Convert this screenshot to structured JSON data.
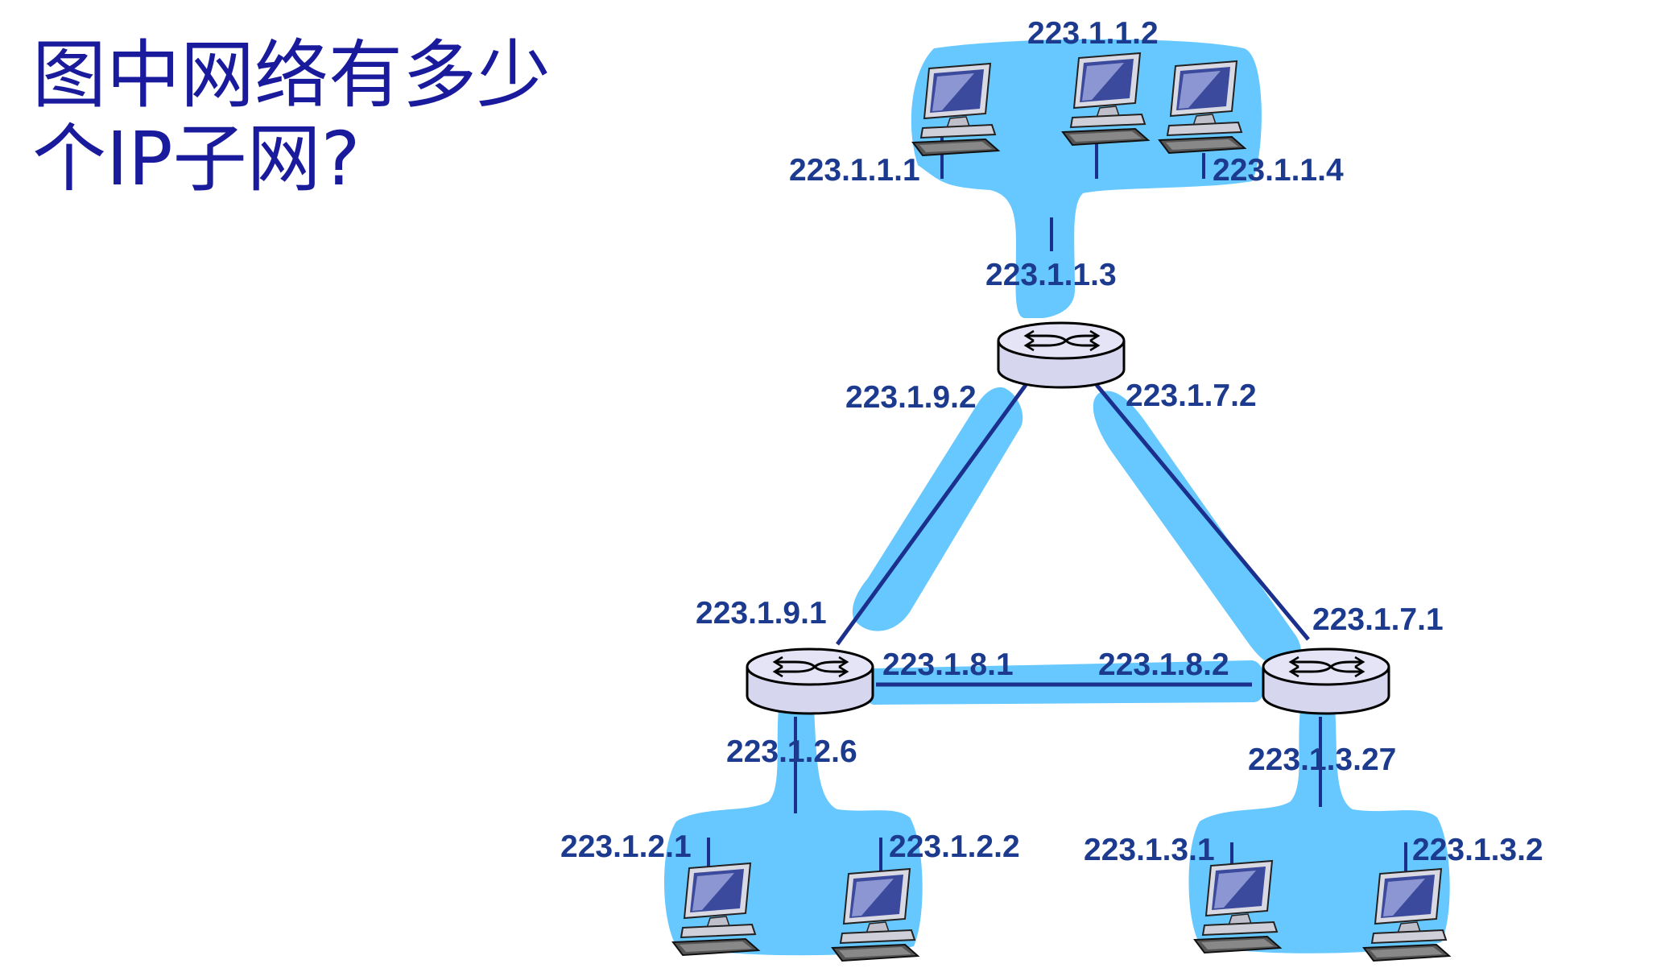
{
  "question": {
    "line1": "图中网络有多少",
    "line2": "个IP子网?"
  },
  "colors": {
    "subnet_fill": "#66c8ff",
    "link_line": "#1b2f8c",
    "label_text": "#1c3a8e",
    "question_text": "#1a1a9c",
    "router_fill": "#e4e4f6"
  },
  "labels": {
    "h_1_1_2": "223.1.1.2",
    "h_1_1_1": "223.1.1.1",
    "h_1_1_4": "223.1.1.4",
    "r_1_1_3": "223.1.1.3",
    "r_1_9_2": "223.1.9.2",
    "r_1_7_2": "223.1.7.2",
    "r_1_9_1": "223.1.9.1",
    "r_1_7_1": "223.1.7.1",
    "r_1_8_1": "223.1.8.1",
    "r_1_8_2": "223.1.8.2",
    "r_1_2_6": "223.1.2.6",
    "r_1_3_27": "223.1.3.27",
    "h_1_2_1": "223.1.2.1",
    "h_1_2_2": "223.1.2.2",
    "h_1_3_1": "223.1.3.1",
    "h_1_3_2": "223.1.3.2"
  }
}
